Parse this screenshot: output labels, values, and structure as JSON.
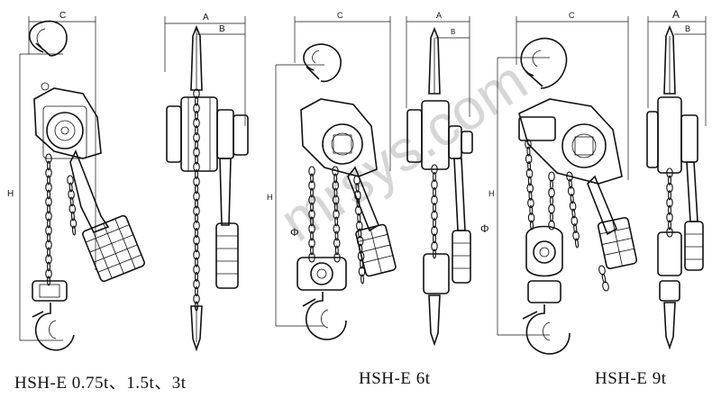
{
  "captions": {
    "small": "HSH-E 0.75t、1.5t、3t",
    "medium": "HSH-E 6t",
    "large": "HSH-E 9t"
  },
  "dimension_labels": {
    "c": "C",
    "a": "A",
    "b": "B",
    "h": "H",
    "phi": "Φ"
  },
  "watermark": "mrsys.com",
  "colors": {
    "line": "#111111",
    "watermark": "#cfcfcf",
    "background": "#ffffff"
  }
}
